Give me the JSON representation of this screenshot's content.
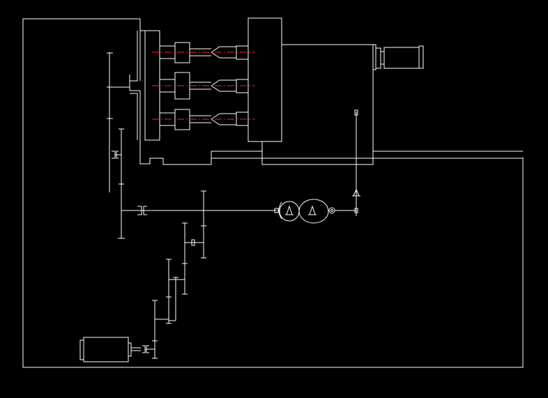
{
  "diagram": {
    "background_color": "#000000",
    "line_color": "#ffffff",
    "centerline_color": "#ff2020",
    "components": [
      {
        "name": "frame-outline",
        "label": ""
      },
      {
        "name": "multi-spindle-head",
        "label": ""
      },
      {
        "name": "tool-spindle-1",
        "label": ""
      },
      {
        "name": "tool-spindle-2",
        "label": ""
      },
      {
        "name": "tool-spindle-3",
        "label": ""
      },
      {
        "name": "workpiece-fixture",
        "label": ""
      },
      {
        "name": "feed-slide",
        "label": ""
      },
      {
        "name": "hydraulic-cylinder",
        "label": ""
      },
      {
        "name": "worm-gear-pair",
        "label": ""
      },
      {
        "name": "gear-train",
        "label": ""
      },
      {
        "name": "drive-motor",
        "label": ""
      }
    ]
  }
}
